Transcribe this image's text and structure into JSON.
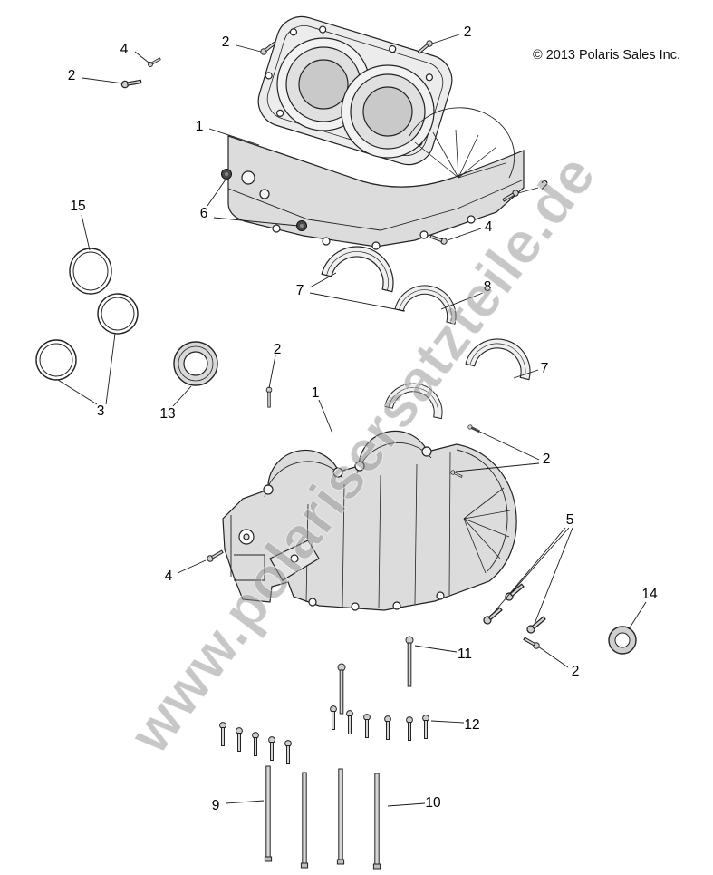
{
  "page": {
    "copyright": "© 2013 Polaris Sales Inc.",
    "watermark": "www.polarisersatzteile.de"
  },
  "callouts": [
    {
      "label": "2"
    },
    {
      "label": "4"
    },
    {
      "label": "2"
    },
    {
      "label": "2"
    },
    {
      "label": "1"
    },
    {
      "label": "6"
    },
    {
      "label": "2"
    },
    {
      "label": "4"
    },
    {
      "label": "15"
    },
    {
      "label": "7"
    },
    {
      "label": "8"
    },
    {
      "label": "3"
    },
    {
      "label": "13"
    },
    {
      "label": "2"
    },
    {
      "label": "7"
    },
    {
      "label": "1"
    },
    {
      "label": "2"
    },
    {
      "label": "5"
    },
    {
      "label": "4"
    },
    {
      "label": "14"
    },
    {
      "label": "11"
    },
    {
      "label": "2"
    },
    {
      "label": "12"
    },
    {
      "label": "9"
    },
    {
      "label": "10"
    }
  ]
}
